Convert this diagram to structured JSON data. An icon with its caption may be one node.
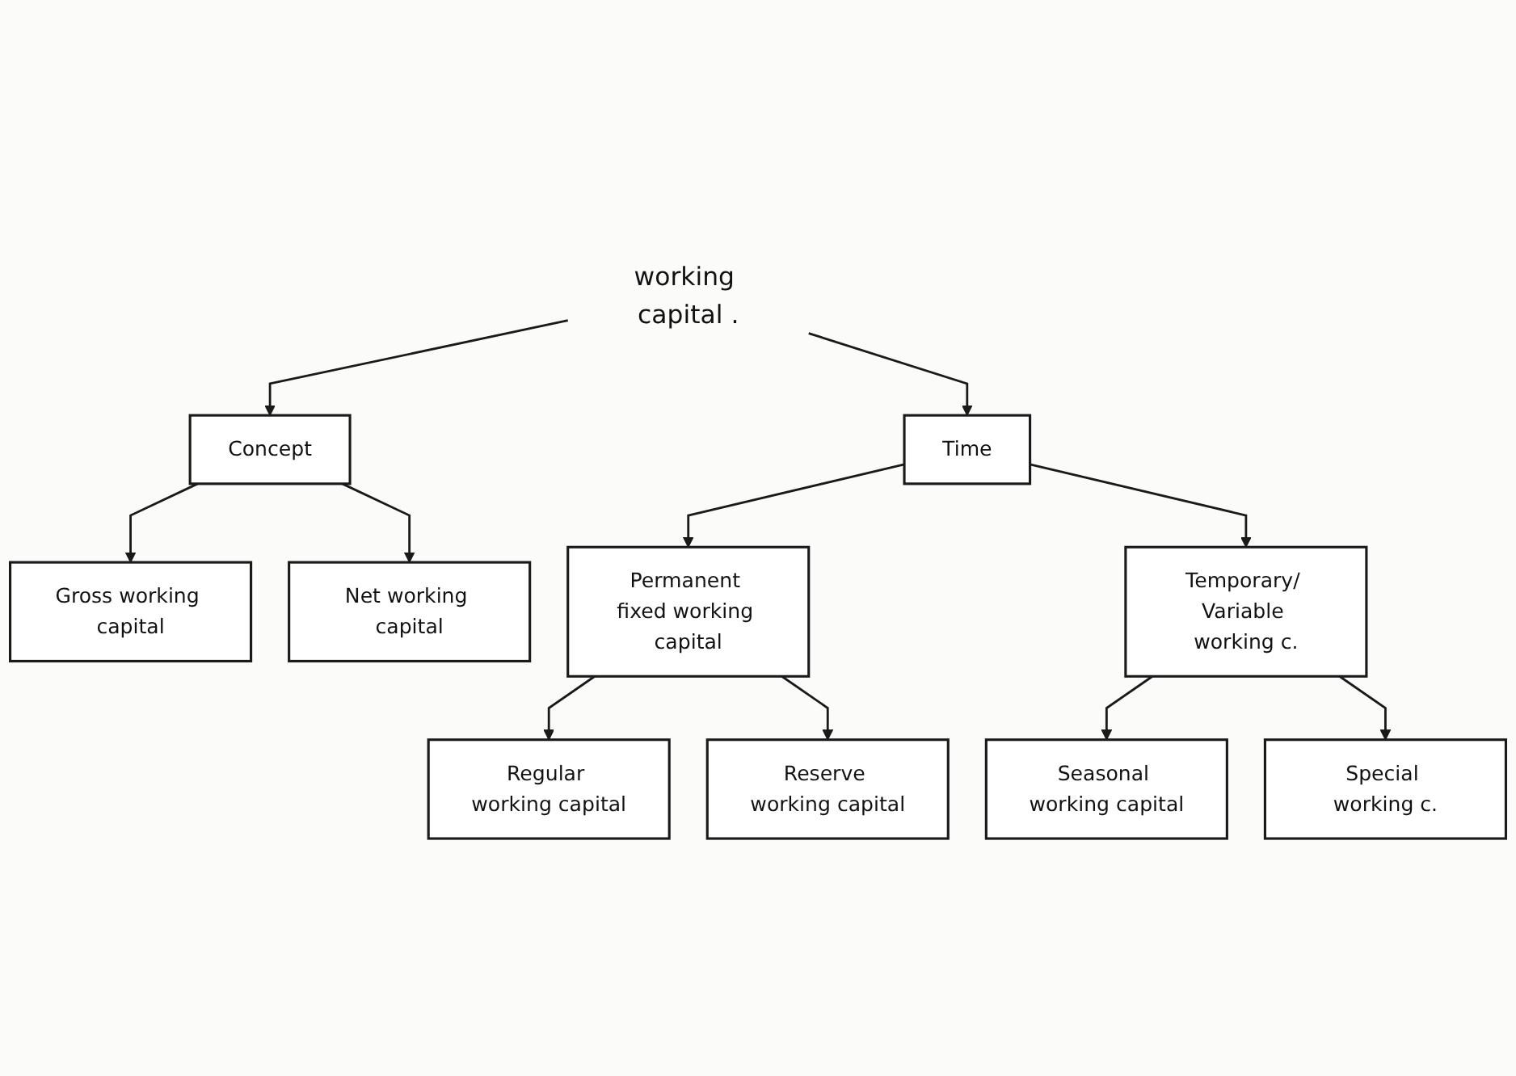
{
  "diagram": {
    "nodes": [
      {
        "text": [
          "working capital ."
        ]
      },
      {
        "text": [
          "Concept"
        ]
      },
      {
        "text": [
          "Time"
        ]
      },
      {
        "text": [
          "Gross working capital"
        ]
      },
      {
        "text": [
          "Net working capital"
        ]
      },
      {
        "text": [
          "Permanent fixed working capital"
        ]
      },
      {
        "text": [
          "Temporary/ Variable working c."
        ]
      },
      {
        "text": [
          "Regular working capital"
        ]
      },
      {
        "text": [
          "Reserve working capital"
        ]
      },
      {
        "text": [
          "Seasonal working capital"
        ]
      },
      {
        "text": [
          "Special working c."
        ]
      }
    ],
    "edges": [
      {
        "from": 0,
        "to": 1,
        "arrow": "to"
      },
      {
        "from": 0,
        "to": 2,
        "arrow": "to"
      },
      {
        "from": 1,
        "to": 3,
        "arrow": "to"
      },
      {
        "from": 1,
        "to": 4,
        "arrow": "to"
      },
      {
        "from": 2,
        "to": 5,
        "arrow": "to"
      },
      {
        "from": 2,
        "to": 6,
        "arrow": "to"
      },
      {
        "from": 5,
        "to": 7,
        "arrow": "to"
      },
      {
        "from": 5,
        "to": 8,
        "arrow": "to"
      },
      {
        "from": 6,
        "to": 9,
        "arrow": "to"
      },
      {
        "from": 6,
        "to": 10,
        "arrow": "to"
      }
    ]
  }
}
